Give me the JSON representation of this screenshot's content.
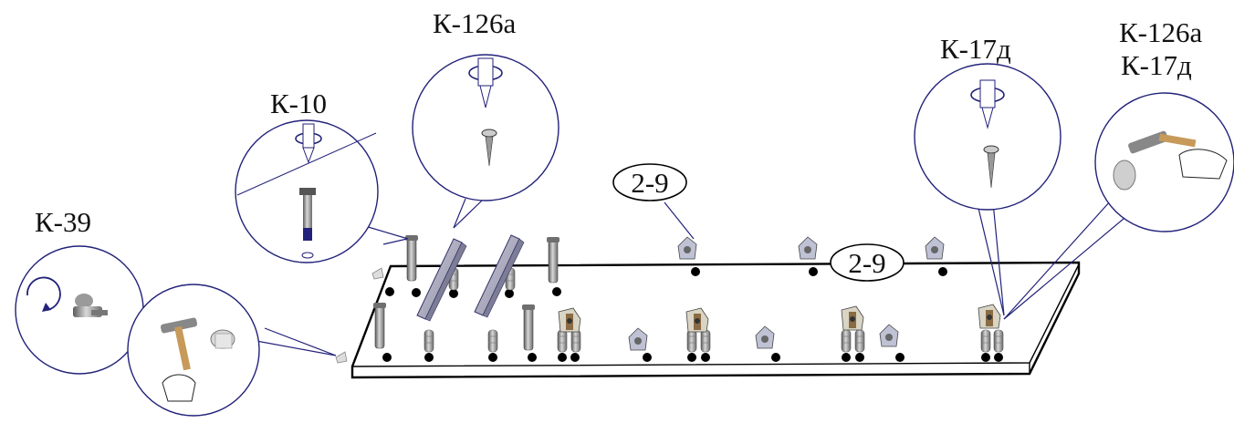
{
  "labels": {
    "k39": "К-39",
    "k10": "К-10",
    "k126a_top": "К-126а",
    "k17d_top": "К-17д",
    "combo_line1": "К-126а",
    "combo_line2": "К-17д"
  },
  "part_ovals": {
    "left": "2-9",
    "right": "2-9"
  },
  "icons": {
    "screwdriver": "screwdriver-rotate-icon",
    "hammer": "hammer-icon",
    "rotate": "rotate-arrow-icon",
    "screw": "screw-icon",
    "dowel": "dowel-icon",
    "cam": "cam-lock-icon"
  },
  "colors": {
    "line": "#22227a",
    "ink": "#111111",
    "metal": "#8a8a8a",
    "dot": "#000000"
  }
}
